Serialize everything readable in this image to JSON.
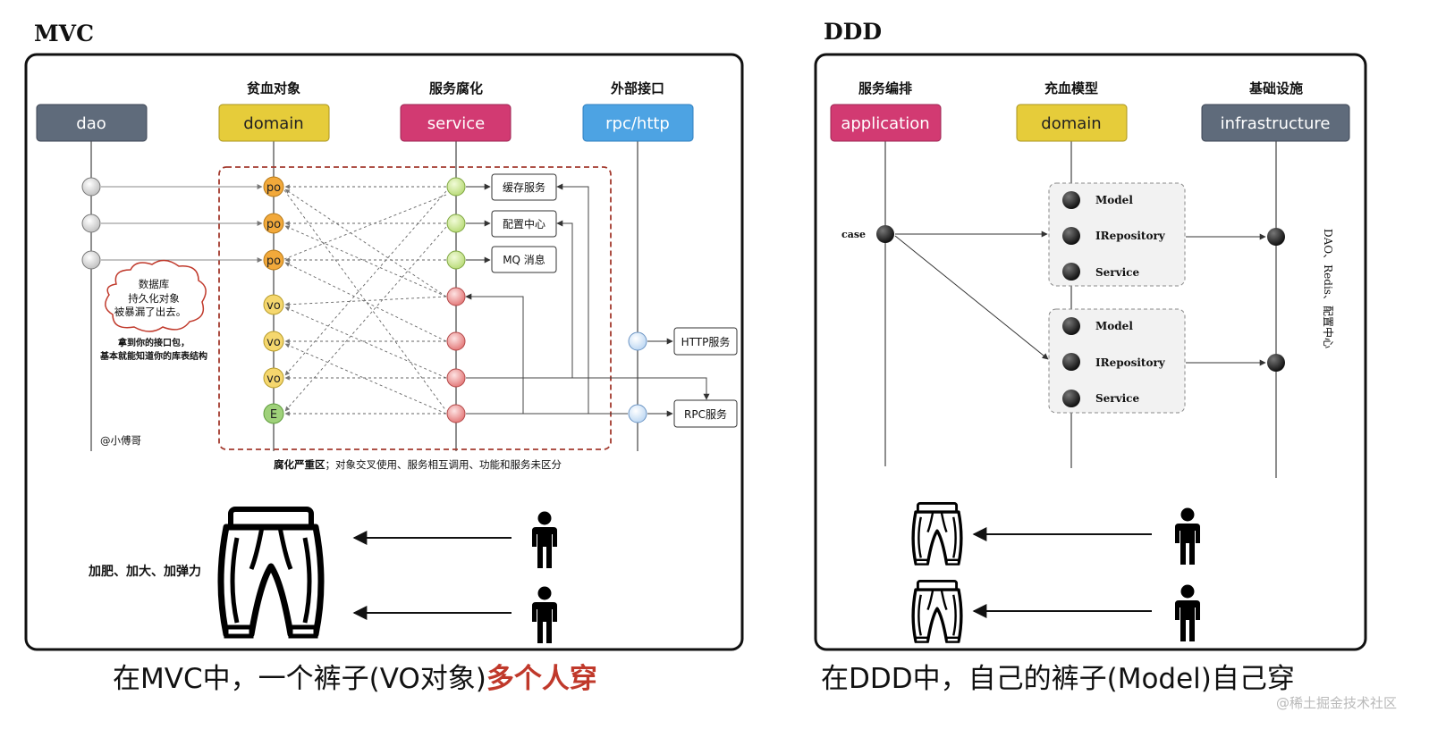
{
  "colors": {
    "dao": "#5f6b7b",
    "domain": "#e6cc3a",
    "service": "#d23a72",
    "rpc": "#4da3e3",
    "application": "#d23a72",
    "infrastructure": "#5f6b7b",
    "corruption_border": "#a33a2e",
    "po_node": "#f2a93b",
    "vo_node": "#f5d76e",
    "e_node": "#9fd17a",
    "service_green": "#c9e58f",
    "service_red": "#e98a8a",
    "http_node": "#cfe2f6",
    "highlight_red": "#c0392b"
  },
  "mvc": {
    "title": "MVC",
    "layers": [
      {
        "key": "dao",
        "label": "dao",
        "heading": ""
      },
      {
        "key": "domain",
        "label": "domain",
        "heading": "贫血对象"
      },
      {
        "key": "service",
        "label": "service",
        "heading": "服务腐化"
      },
      {
        "key": "rpc",
        "label": "rpc/http",
        "heading": "外部接口"
      }
    ],
    "domain_nodes": [
      "po",
      "po",
      "po",
      "vo",
      "vo",
      "vo",
      "E"
    ],
    "service_boxes": [
      "缓存服务",
      "配置中心",
      "MQ 消息"
    ],
    "external_boxes": [
      "HTTP服务",
      "RPC服务"
    ],
    "cloud_note": [
      "数据库",
      "持久化对象",
      "被暴漏了出去。"
    ],
    "note_lines": [
      "拿到你的接口包，",
      "基本就能知道你的库表结构"
    ],
    "author": "@小傅哥",
    "corruption_label_bold": "腐化严重区",
    "corruption_label_rest": "；对象交叉使用、服务相互调用、功能和服务未区分",
    "pants_label": "加肥、加大、加弹力",
    "caption_prefix": "在MVC中，一个裤子(VO对象)",
    "caption_highlight": "多个人穿"
  },
  "ddd": {
    "title": "DDD",
    "layers": [
      {
        "key": "application",
        "label": "application",
        "heading": "服务编排"
      },
      {
        "key": "domain",
        "label": "domain",
        "heading": "充血模型"
      },
      {
        "key": "infrastructure",
        "label": "infrastructure",
        "heading": "基础设施"
      }
    ],
    "case_label": "case",
    "groups": [
      {
        "items": [
          "Model",
          "IRepository",
          "Service"
        ]
      },
      {
        "items": [
          "Model",
          "IRepository",
          "Service"
        ]
      }
    ],
    "infra_note": "DAO、Redis、配置中心",
    "caption": "在DDD中，自己的裤子(Model)自己穿"
  },
  "watermark": "@稀土掘金技术社区"
}
